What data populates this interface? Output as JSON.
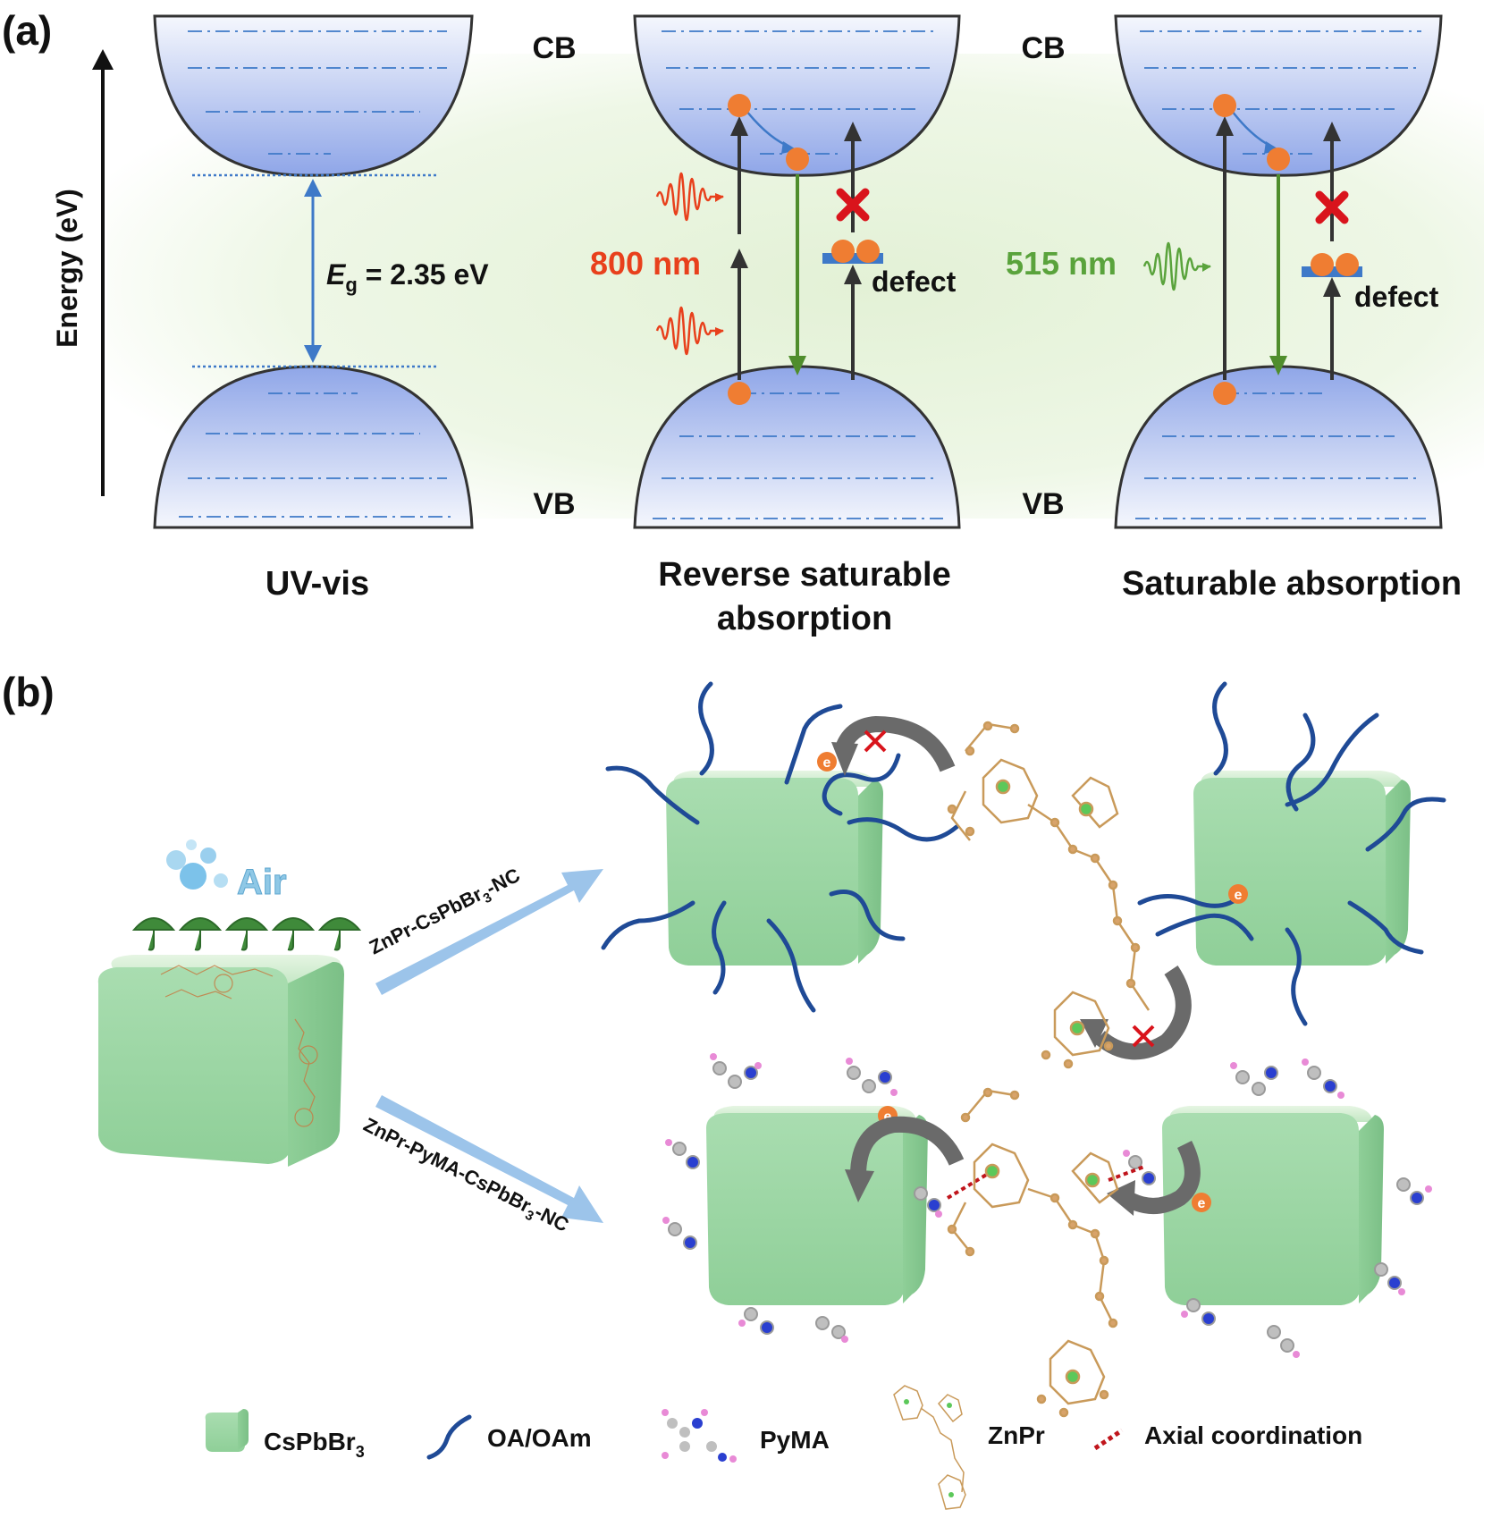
{
  "panel_a": {
    "label": "(a)",
    "axis_label": "Energy (eV)",
    "band_top": "CB",
    "band_bottom": "VB",
    "eg_symbol": "E",
    "eg_sub": "g",
    "eg_value": " = 2.35 eV",
    "pulse_red_label": "800 nm",
    "pulse_green_label": "515 nm",
    "defect_label": "defect",
    "titles": {
      "uvvis": "UV-vis",
      "rsa_line1": "Reverse saturable",
      "rsa_line2": "absorption",
      "sa": "Saturable absorption"
    }
  },
  "panel_b": {
    "label": "(b)",
    "air_label": "Air",
    "arrow_top_base": "ZnPr-CsPbBr",
    "arrow_top_sub": "3",
    "arrow_top_end": "-NC",
    "arrow_bottom_base": "ZnPr-PyMA-CsPbBr",
    "arrow_bottom_sub": "3",
    "arrow_bottom_end": "-NC",
    "electron_symbol": "e"
  },
  "legend": {
    "cspbbr_base": "CsPbBr",
    "cspbbr_sub": "3",
    "oa": "OA/OAm",
    "pyma": "PyMA",
    "znpr": "ZnPr",
    "axial": "Axial coordination"
  },
  "colors": {
    "band_fill": "#8fa6e8",
    "electron": "#ef7d32",
    "red_pulse": "#e8401c",
    "green_pulse": "#5aa33c",
    "ligand": "#1f4a96",
    "cube": "#a7dba8",
    "accent_blue": "#3e79c8",
    "arrow_blue": "#9cc4ea",
    "cross_red": "#d9141c"
  }
}
